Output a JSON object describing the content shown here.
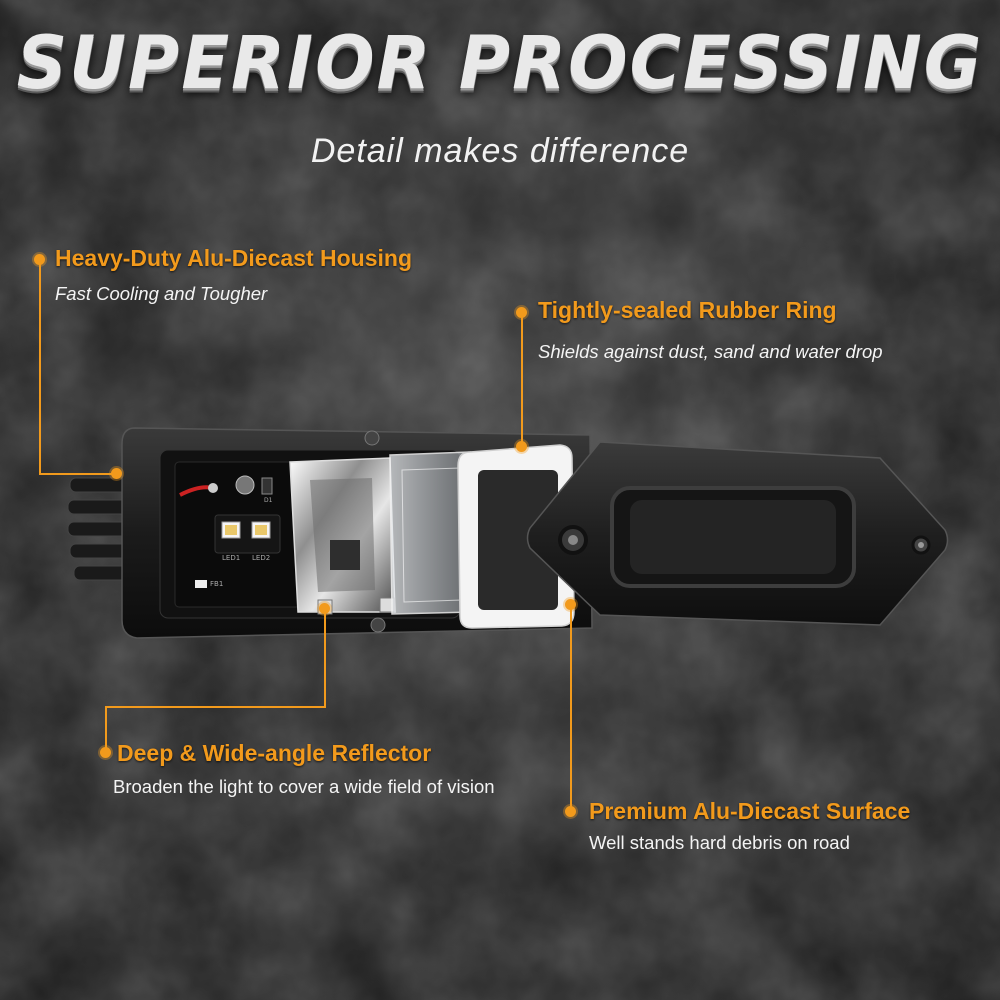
{
  "headline": "SUPERIOR PROCESSING",
  "subheadline": "Detail makes difference",
  "features": [
    {
      "title": "Heavy-Duty Alu-Diecast Housing",
      "desc": "Fast Cooling and Tougher"
    },
    {
      "title": "Tightly-sealed Rubber Ring",
      "desc": "Shields against dust, sand and water drop"
    },
    {
      "title": "Deep & Wide-angle Reflector",
      "desc": "Broaden the light to cover a wide field of vision"
    },
    {
      "title": "Premium Alu-Diecast Surface",
      "desc": "Well stands hard debris on road"
    }
  ],
  "pcb_labels": {
    "led1": "LED1",
    "led2": "LED2",
    "fb": "FB1",
    "d": "D1"
  },
  "colors": {
    "accent": "#f29a1c",
    "background": "#222222",
    "text": "#f4f4f4"
  }
}
